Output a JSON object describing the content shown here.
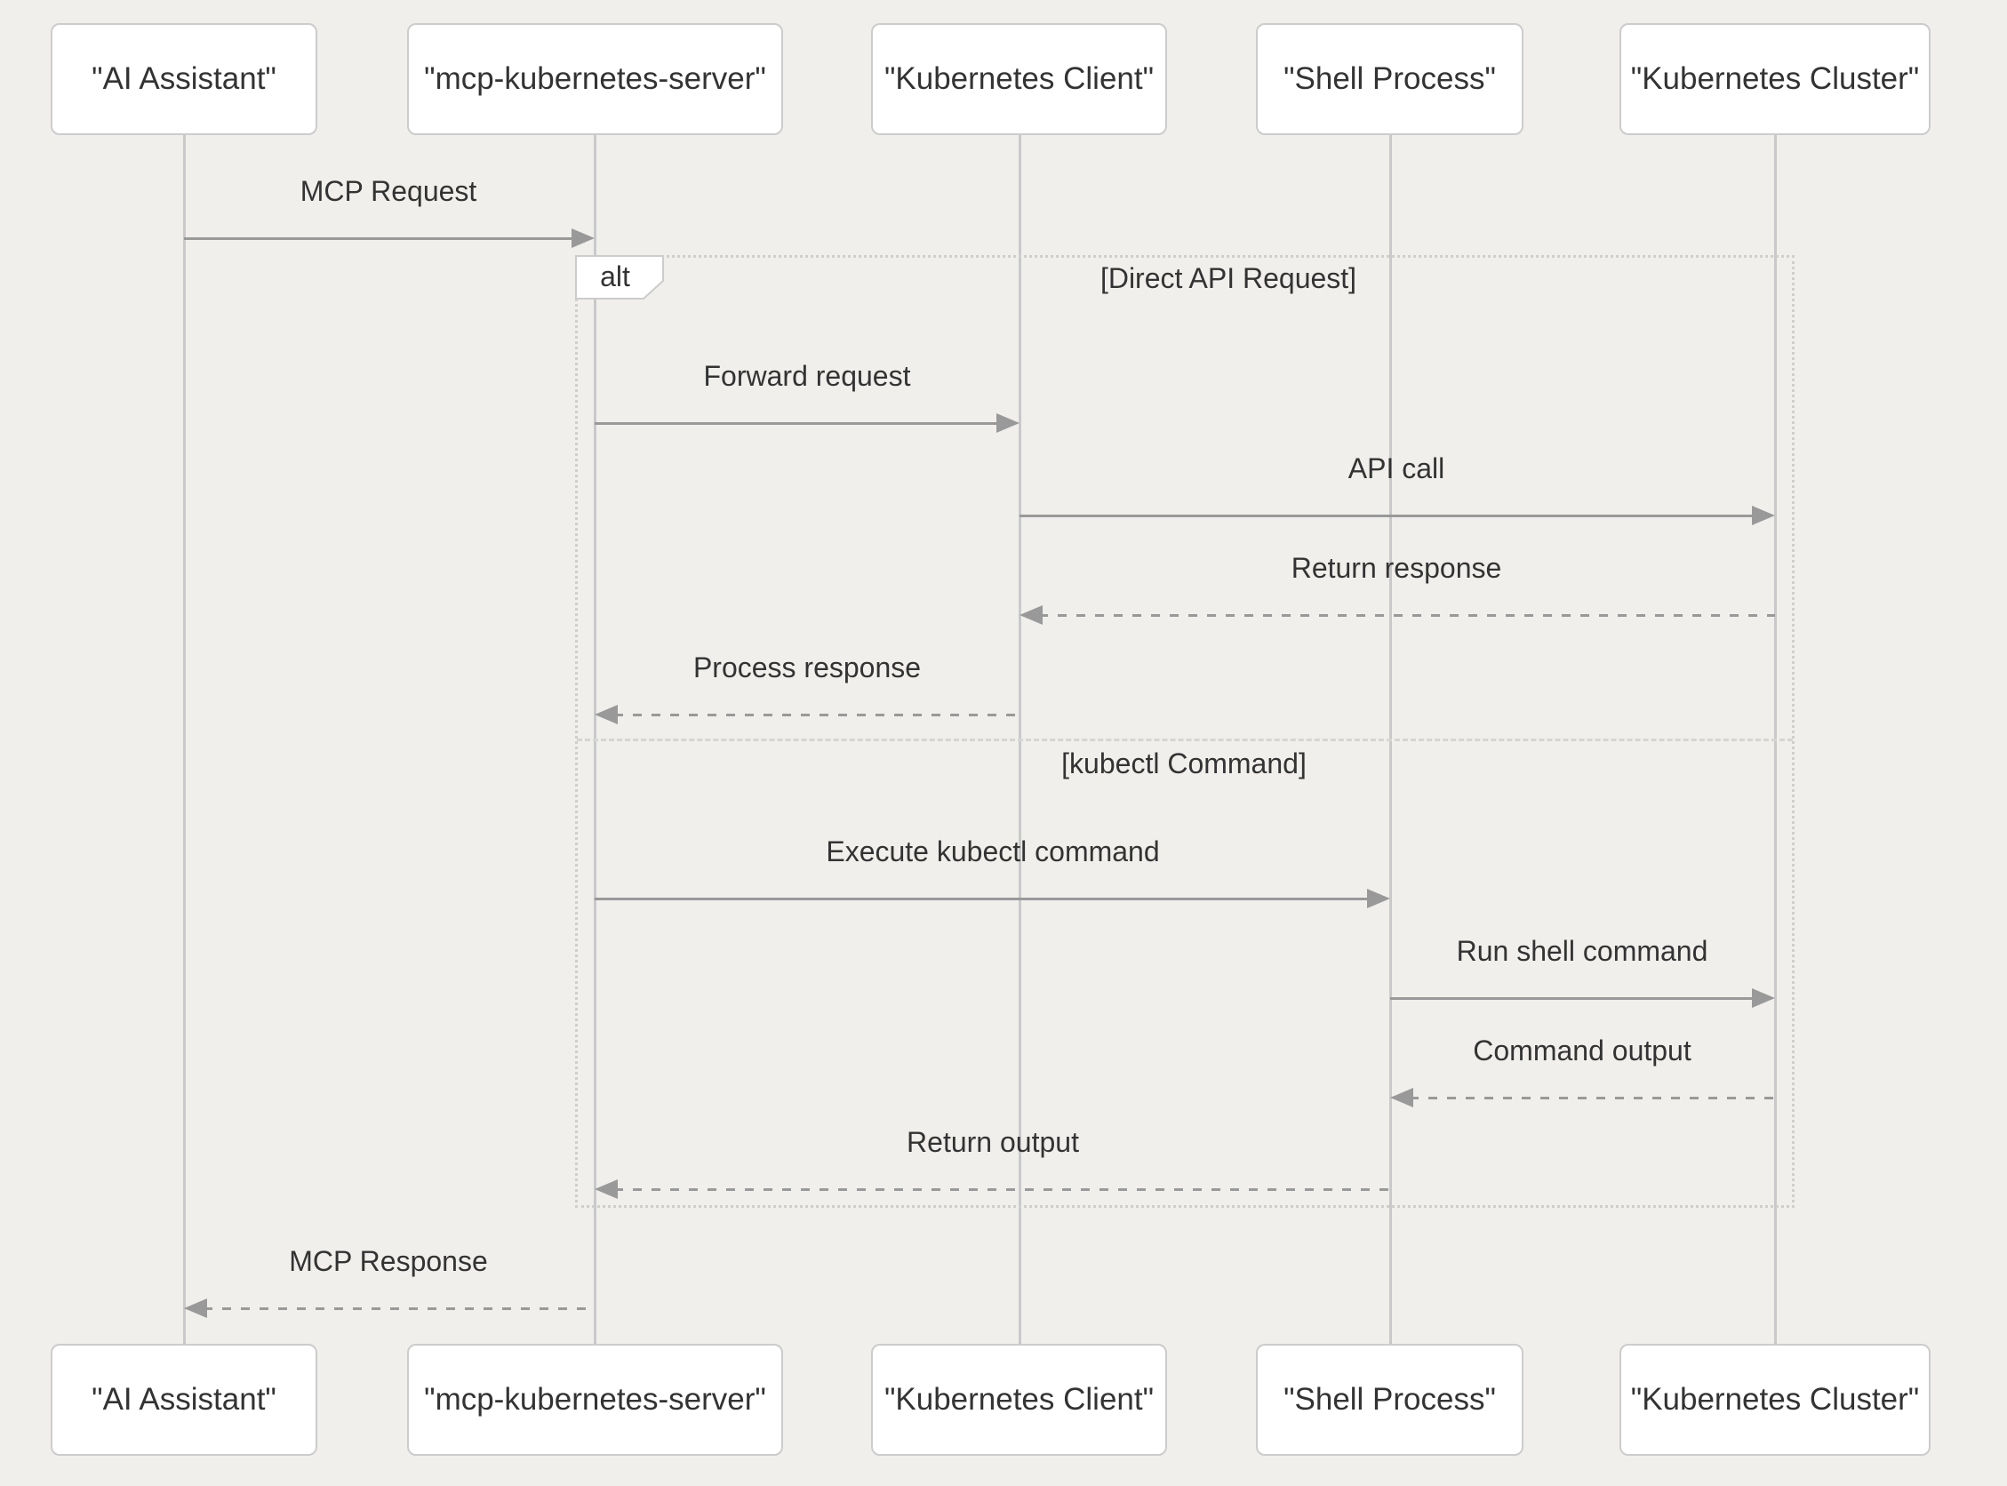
{
  "diagram": {
    "type": "sequence-diagram",
    "colors": {
      "background": "#f0efec",
      "actor_box_fill": "#ffffff",
      "actor_box_border": "#cccccc",
      "lifeline": "#c9c9c9",
      "arrow": "#999999",
      "text": "#333333",
      "frame_border": "#d0cfcc"
    },
    "actors": [
      {
        "label": "\"AI Assistant\""
      },
      {
        "label": "\"mcp-kubernetes-server\""
      },
      {
        "label": "\"Kubernetes Client\""
      },
      {
        "label": "\"Shell Process\""
      },
      {
        "label": "\"Kubernetes Cluster\""
      }
    ],
    "alt_block": {
      "operator": "alt",
      "sections": [
        {
          "condition": "[Direct API Request]"
        },
        {
          "condition": "[kubectl Command]"
        }
      ]
    },
    "messages": [
      {
        "label": "MCP Request",
        "from": "\"AI Assistant\"",
        "to": "\"mcp-kubernetes-server\"",
        "line": "solid",
        "direction": "right"
      },
      {
        "label": "Forward request",
        "from": "\"mcp-kubernetes-server\"",
        "to": "\"Kubernetes Client\"",
        "line": "solid",
        "direction": "right"
      },
      {
        "label": "API call",
        "from": "\"Kubernetes Client\"",
        "to": "\"Kubernetes Cluster\"",
        "line": "solid",
        "direction": "right"
      },
      {
        "label": "Return response",
        "from": "\"Kubernetes Cluster\"",
        "to": "\"Kubernetes Client\"",
        "line": "dashed",
        "direction": "left"
      },
      {
        "label": "Process response",
        "from": "\"Kubernetes Client\"",
        "to": "\"mcp-kubernetes-server\"",
        "line": "dashed",
        "direction": "left"
      },
      {
        "label": "Execute kubectl command",
        "from": "\"mcp-kubernetes-server\"",
        "to": "\"Shell Process\"",
        "line": "solid",
        "direction": "right"
      },
      {
        "label": "Run shell command",
        "from": "\"Shell Process\"",
        "to": "\"Kubernetes Cluster\"",
        "line": "solid",
        "direction": "right"
      },
      {
        "label": "Command output",
        "from": "\"Kubernetes Cluster\"",
        "to": "\"Shell Process\"",
        "line": "dashed",
        "direction": "left"
      },
      {
        "label": "Return output",
        "from": "\"Shell Process\"",
        "to": "\"mcp-kubernetes-server\"",
        "line": "dashed",
        "direction": "left"
      },
      {
        "label": "MCP Response",
        "from": "\"mcp-kubernetes-server\"",
        "to": "\"AI Assistant\"",
        "line": "dashed",
        "direction": "left"
      }
    ]
  }
}
